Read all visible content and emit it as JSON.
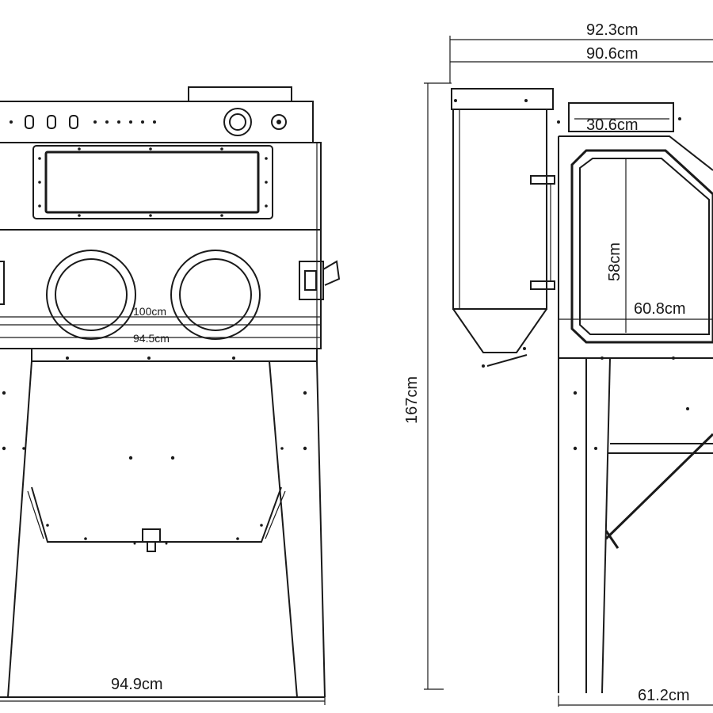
{
  "front_view": {
    "dims": {
      "inner_width": "100cm",
      "window_width": "94.5cm",
      "base_width": "94.9cm"
    }
  },
  "side_view": {
    "dims": {
      "overall_depth_top": "92.3cm",
      "overall_depth_second": "90.6cm",
      "height": "167cm",
      "upper_depth": "30.6cm",
      "window_height": "58cm",
      "cabinet_depth": "60.8cm",
      "base_depth": "61.2cm"
    }
  }
}
